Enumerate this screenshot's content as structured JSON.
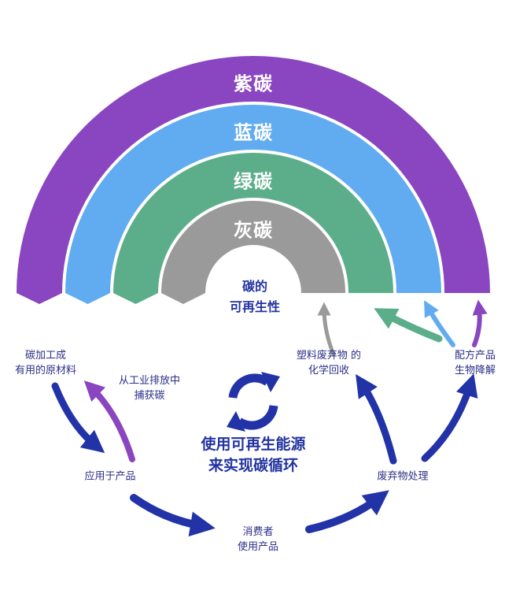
{
  "bands": [
    {
      "label": "紫碳",
      "color": "#8a45c1"
    },
    {
      "label": "蓝碳",
      "color": "#61abf0"
    },
    {
      "label": "绿碳",
      "color": "#5cae8a"
    },
    {
      "label": "灰碳",
      "color": "#9a9a9a"
    }
  ],
  "center": {
    "line1": "碳的",
    "line2": "可再生性"
  },
  "cycle_title": {
    "line1": "使用可再生能源",
    "line2": "来实现碳循环"
  },
  "nodes": {
    "raw_material": {
      "line1": "碳加工成",
      "line2": "有用的原材料"
    },
    "capture": {
      "line1": "从工业排放中",
      "line2": "捕获碳"
    },
    "apply": {
      "line1": "应用于产品"
    },
    "consumer": {
      "line1": "消费者",
      "line2": "使用产品"
    },
    "waste": {
      "line1": "废弃物处理"
    },
    "chemical_recycling": {
      "line1": "塑料废弃物 的",
      "line2": "化学回收"
    },
    "biodegrade": {
      "line1": "配方产品",
      "line2": "生物降解"
    }
  },
  "colors": {
    "navy": "#2233a8",
    "text": "#2b2f86"
  }
}
